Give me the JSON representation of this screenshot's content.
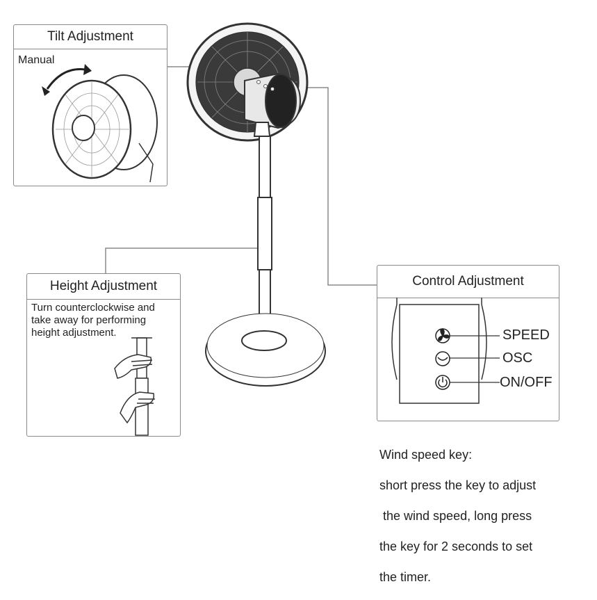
{
  "tilt": {
    "title": "Tilt Adjustment",
    "caption": "Manual"
  },
  "height": {
    "title": "Height Adjustment",
    "caption_lines": [
      "Turn counterclockwise and",
      "take away for performing",
      "height adjustment."
    ]
  },
  "control": {
    "title": "Control Adjustment",
    "keys": [
      "SPEED",
      "OSC",
      "ON/OFF"
    ]
  },
  "note": {
    "lines": [
      "Wind speed key:",
      "short press the key to adjust",
      " the wind speed, long press",
      "the key for 2 seconds to set",
      "the timer."
    ]
  },
  "icons": [
    "fan-icon",
    "oscillate-icon",
    "power-icon"
  ]
}
